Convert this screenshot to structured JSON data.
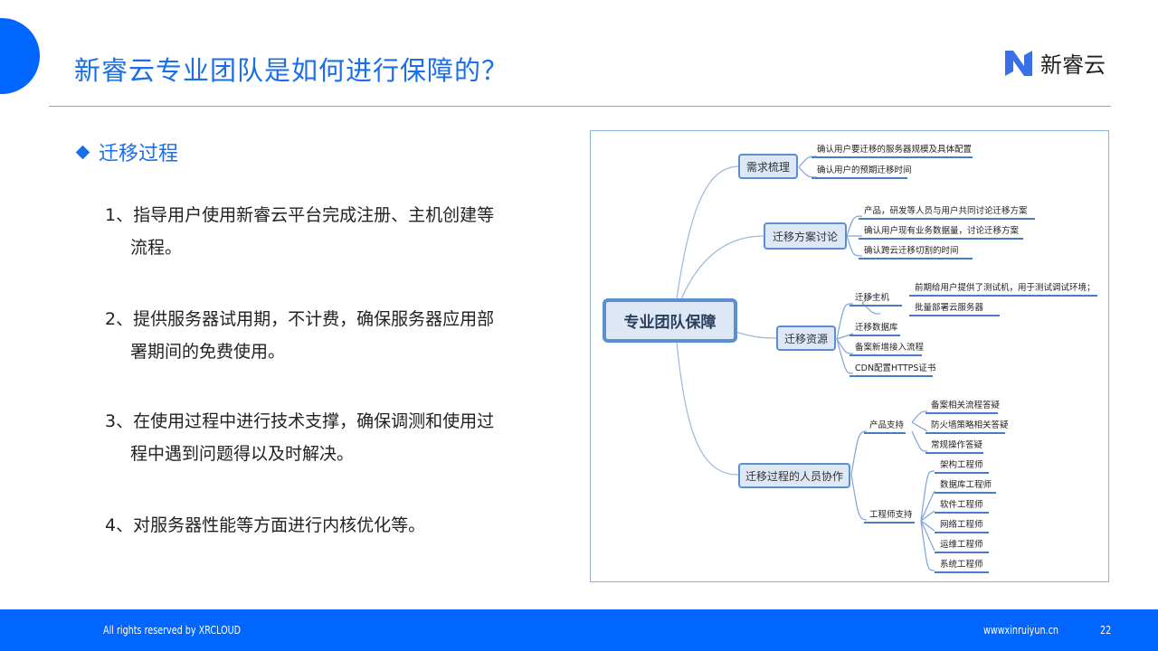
{
  "header": {
    "title": "新睿云专业团队是如何进行保障的？",
    "logo_text": "新睿云",
    "brand_color": "#0066ff"
  },
  "section": {
    "heading": "迁移过程"
  },
  "items": [
    {
      "first": "1、指导用户使用新睿云平台完成注册、主机创建等",
      "cont": "流程。"
    },
    {
      "first": "2、提供服务器试用期，不计费，确保服务器应用部",
      "cont": "署期间的免费使用。"
    },
    {
      "first": "3、在使用过程中进行技术支撑，确保调测和使用过",
      "cont": "程中遇到问题得以及时解决。"
    },
    {
      "first": "4、对服务器性能等方面进行内核优化等。",
      "cont": ""
    }
  ],
  "mindmap": {
    "root": "专业团队保障",
    "b1": {
      "label": "需求梳理",
      "leaves": [
        "确认用户要迁移的服务器规模及具体配置",
        "确认用户的预期迁移时间"
      ]
    },
    "b2": {
      "label": "迁移方案讨论",
      "leaves": [
        "产品，研发等人员与用户共同讨论迁移方案",
        "确认用户现有业务数据量，讨论迁移方案",
        "确认跨云迁移切割的时间"
      ]
    },
    "b3": {
      "label": "迁移资源",
      "host": "迁移主机",
      "host_leaves": [
        "前期给用户提供了测试机，用于测试调试环境；",
        "批量部署云服务器"
      ],
      "leaves": [
        "迁移数据库",
        "备案新增接入流程",
        "CDN配置HTTPS证书"
      ]
    },
    "b4": {
      "label": "迁移过程的人员协作",
      "product": "产品支持",
      "product_leaves": [
        "备案相关流程答疑",
        "防火墙策略相关答疑",
        "常规操作答疑"
      ],
      "eng": "工程师支持",
      "eng_leaves": [
        "架构工程师",
        "数据库工程师",
        "软件工程师",
        "网络工程师",
        "运维工程师",
        "系统工程师"
      ]
    }
  },
  "footer": {
    "rights": "All rights reserved by XRCLOUD",
    "url": "wwwxinruiyun.cn",
    "page": "22"
  }
}
